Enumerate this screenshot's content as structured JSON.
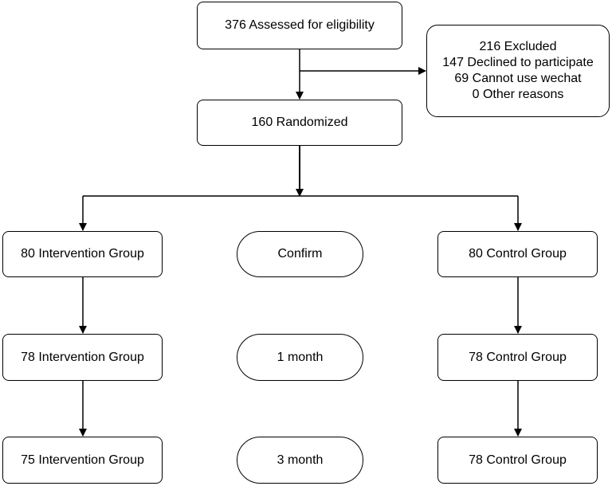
{
  "flow": {
    "assessed": "376 Assessed for eligibility",
    "excluded": {
      "title": "216 Excluded",
      "reasons": [
        "147 Declined to participate",
        "69 Cannot use wechat",
        "0 Other reasons"
      ]
    },
    "randomized": "160 Randomized",
    "intervention": [
      "80 Intervention Group",
      "78 Intervention Group",
      "75 Intervention Group"
    ],
    "timepoints": [
      "Confirm",
      "1 month",
      "3 month"
    ],
    "control": [
      "80 Control Group",
      "78 Control Group",
      "78 Control Group"
    ]
  }
}
